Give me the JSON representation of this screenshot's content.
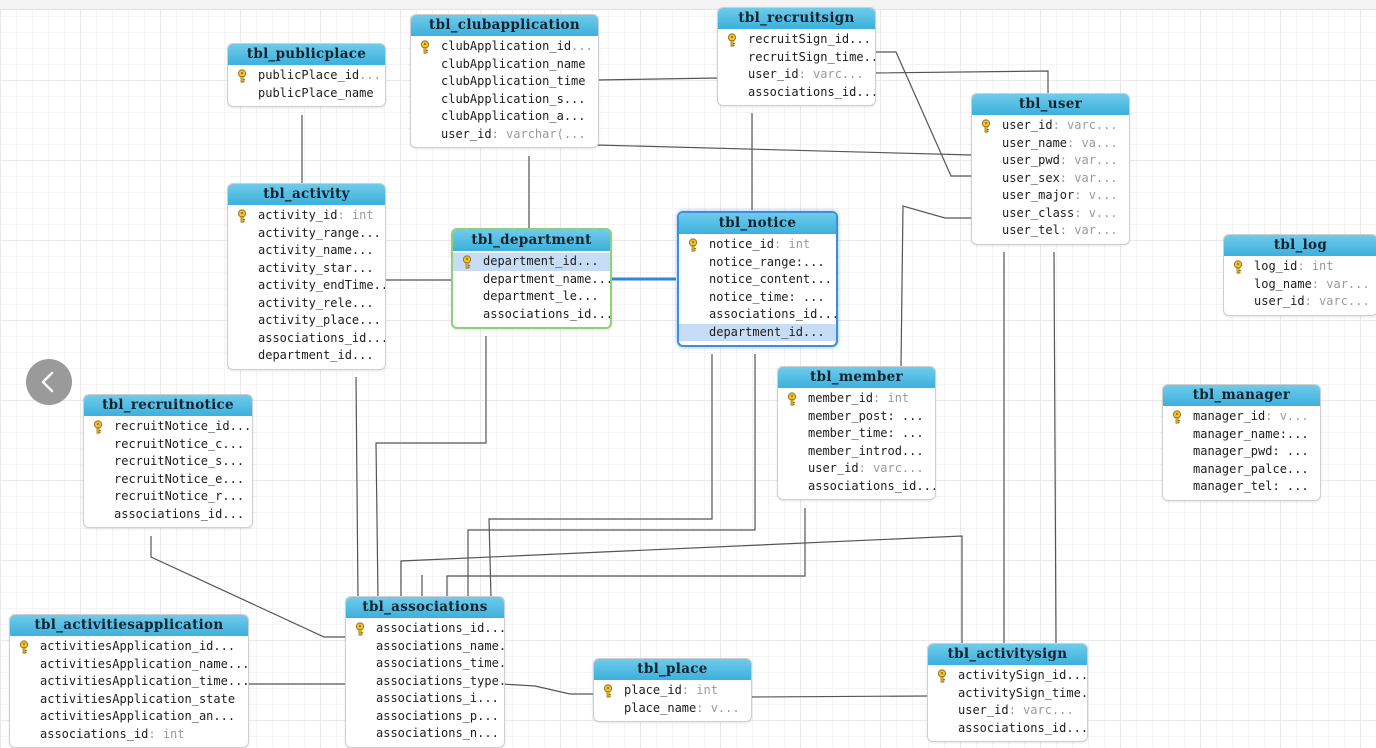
{
  "tables": [
    {
      "id": "tbl_publicplace",
      "name": "tbl_publicplace",
      "style": "normal",
      "columns": [
        {
          "name": "publicPlace_id",
          "type": "...",
          "key": true
        },
        {
          "name": "publicPlace_name",
          "type": "",
          "key": false
        }
      ]
    },
    {
      "id": "tbl_clubapplication",
      "name": "tbl_clubapplication",
      "style": "normal",
      "columns": [
        {
          "name": "clubApplication_id",
          "type": "...",
          "key": true
        },
        {
          "name": "clubApplication_name",
          "type": "",
          "key": false
        },
        {
          "name": "clubApplication_time",
          "type": "",
          "key": false
        },
        {
          "name": "clubApplication_s...",
          "type": "",
          "key": false
        },
        {
          "name": "clubApplication_a...",
          "type": "",
          "key": false
        },
        {
          "name": "user_id",
          "type": ": varchar(...",
          "key": false
        }
      ]
    },
    {
      "id": "tbl_recruitsign",
      "name": "tbl_recruitsign",
      "style": "normal",
      "columns": [
        {
          "name": "recruitSign_id...",
          "type": "",
          "key": true
        },
        {
          "name": "recruitSign_time...",
          "type": "",
          "key": false
        },
        {
          "name": "user_id",
          "type": ": varc...",
          "key": false
        },
        {
          "name": "associations_id...",
          "type": "",
          "key": false
        }
      ]
    },
    {
      "id": "tbl_user",
      "name": "tbl_user",
      "style": "normal",
      "columns": [
        {
          "name": "user_id",
          "type": ": varc...",
          "key": true
        },
        {
          "name": "user_name",
          "type": ": va...",
          "key": false
        },
        {
          "name": "user_pwd",
          "type": ": var...",
          "key": false
        },
        {
          "name": "user_sex",
          "type": ": var...",
          "key": false
        },
        {
          "name": "user_major",
          "type": ": v...",
          "key": false
        },
        {
          "name": "user_class",
          "type": ": v...",
          "key": false
        },
        {
          "name": "user_tel",
          "type": ": var...",
          "key": false
        }
      ]
    },
    {
      "id": "tbl_activity",
      "name": "tbl_activity",
      "style": "normal",
      "columns": [
        {
          "name": "activity_id",
          "type": ": int",
          "key": true
        },
        {
          "name": "activity_range...",
          "type": "",
          "key": false
        },
        {
          "name": "activity_name...",
          "type": "",
          "key": false
        },
        {
          "name": "activity_star...",
          "type": "",
          "key": false
        },
        {
          "name": "activity_endTime...",
          "type": "",
          "key": false
        },
        {
          "name": "activity_rele...",
          "type": "",
          "key": false
        },
        {
          "name": "activity_place...",
          "type": "",
          "key": false
        },
        {
          "name": "associations_id...",
          "type": "",
          "key": false
        },
        {
          "name": "department_id...",
          "type": "",
          "key": false
        }
      ]
    },
    {
      "id": "tbl_department",
      "name": "tbl_department",
      "style": "green",
      "columns": [
        {
          "name": "department_id...",
          "type": "",
          "key": true,
          "selected": true
        },
        {
          "name": "department_name...",
          "type": "",
          "key": false
        },
        {
          "name": "department_le...",
          "type": "",
          "key": false
        },
        {
          "name": "associations_id...",
          "type": "",
          "key": false
        }
      ]
    },
    {
      "id": "tbl_notice",
      "name": "tbl_notice",
      "style": "blue",
      "columns": [
        {
          "name": "notice_id",
          "type": ": int",
          "key": true
        },
        {
          "name": "notice_range:...",
          "type": "",
          "key": false
        },
        {
          "name": "notice_content...",
          "type": "",
          "key": false
        },
        {
          "name": "notice_time: ...",
          "type": "",
          "key": false
        },
        {
          "name": "associations_id...",
          "type": "",
          "key": false
        },
        {
          "name": "department_id...",
          "type": "",
          "key": false,
          "selected": true
        }
      ]
    },
    {
      "id": "tbl_log",
      "name": "tbl_log",
      "style": "normal",
      "columns": [
        {
          "name": "log_id",
          "type": ": int",
          "key": true
        },
        {
          "name": "log_name",
          "type": ": var...",
          "key": false
        },
        {
          "name": "user_id",
          "type": ": varc...",
          "key": false
        }
      ]
    },
    {
      "id": "tbl_member",
      "name": "tbl_member",
      "style": "normal",
      "columns": [
        {
          "name": "member_id",
          "type": ": int",
          "key": true
        },
        {
          "name": "member_post: ...",
          "type": "",
          "key": false
        },
        {
          "name": "member_time: ...",
          "type": "",
          "key": false
        },
        {
          "name": "member_introd...",
          "type": "",
          "key": false
        },
        {
          "name": "user_id",
          "type": ": varc...",
          "key": false
        },
        {
          "name": "associations_id...",
          "type": "",
          "key": false
        }
      ]
    },
    {
      "id": "tbl_manager",
      "name": "tbl_manager",
      "style": "normal",
      "columns": [
        {
          "name": "manager_id",
          "type": ": v...",
          "key": true
        },
        {
          "name": "manager_name:...",
          "type": "",
          "key": false
        },
        {
          "name": "manager_pwd: ...",
          "type": "",
          "key": false
        },
        {
          "name": "manager_palce...",
          "type": "",
          "key": false
        },
        {
          "name": "manager_tel: ...",
          "type": "",
          "key": false
        }
      ]
    },
    {
      "id": "tbl_recruitnotice",
      "name": "tbl_recruitnotice",
      "style": "normal",
      "columns": [
        {
          "name": "recruitNotice_id...",
          "type": "",
          "key": true
        },
        {
          "name": "recruitNotice_c...",
          "type": "",
          "key": false
        },
        {
          "name": "recruitNotice_s...",
          "type": "",
          "key": false
        },
        {
          "name": "recruitNotice_e...",
          "type": "",
          "key": false
        },
        {
          "name": "recruitNotice_r...",
          "type": "",
          "key": false
        },
        {
          "name": "associations_id...",
          "type": "",
          "key": false
        }
      ]
    },
    {
      "id": "tbl_activitiesapplication",
      "name": "tbl_activitiesapplication",
      "style": "normal",
      "columns": [
        {
          "name": "activitiesApplication_id...",
          "type": "",
          "key": true
        },
        {
          "name": "activitiesApplication_name...",
          "type": "",
          "key": false
        },
        {
          "name": "activitiesApplication_time...",
          "type": "",
          "key": false
        },
        {
          "name": "activitiesApplication_state",
          "type": "",
          "key": false
        },
        {
          "name": "activitiesApplication_an...",
          "type": "",
          "key": false
        },
        {
          "name": "associations_id",
          "type": ": int",
          "key": false
        }
      ]
    },
    {
      "id": "tbl_associations",
      "name": "tbl_associations",
      "style": "normal",
      "columns": [
        {
          "name": "associations_id...",
          "type": "",
          "key": true
        },
        {
          "name": "associations_name...",
          "type": "",
          "key": false
        },
        {
          "name": "associations_time...",
          "type": "",
          "key": false
        },
        {
          "name": "associations_type...",
          "type": "",
          "key": false
        },
        {
          "name": "associations_i...",
          "type": "",
          "key": false
        },
        {
          "name": "associations_p...",
          "type": "",
          "key": false
        },
        {
          "name": "associations_n...",
          "type": "",
          "key": false
        }
      ]
    },
    {
      "id": "tbl_place",
      "name": "tbl_place",
      "style": "normal",
      "columns": [
        {
          "name": "place_id",
          "type": ": int",
          "key": true
        },
        {
          "name": "place_name",
          "type": ": v...",
          "key": false
        }
      ]
    },
    {
      "id": "tbl_activitysign",
      "name": "tbl_activitysign",
      "style": "normal",
      "columns": [
        {
          "name": "activitySign_id...",
          "type": "",
          "key": true
        },
        {
          "name": "activitySign_time...",
          "type": "",
          "key": false
        },
        {
          "name": "user_id",
          "type": ": varc...",
          "key": false
        },
        {
          "name": "associations_id...",
          "type": "",
          "key": false
        }
      ]
    }
  ],
  "colors": {
    "header": "#3cb0dc",
    "selected_table_border": "#3e8edc",
    "related_table_border": "#8fd17a",
    "selected_row": "#c7ddf5",
    "connector": "#555555",
    "highlight_connector": "#2f86db"
  },
  "icons": {
    "key": "key-icon",
    "prev": "chevron-left-icon"
  }
}
